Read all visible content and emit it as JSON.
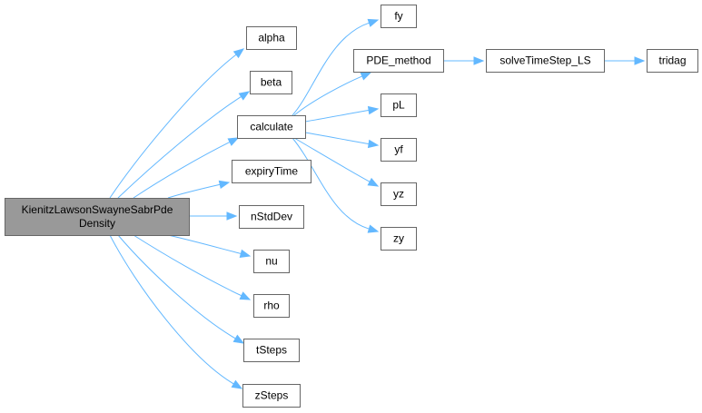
{
  "diagram": {
    "type": "call-graph",
    "edge_color": "#63b8ff",
    "root_fill": "#999999",
    "node_fill": "#ffffff",
    "node_border": "#666666",
    "nodes": [
      {
        "id": "root",
        "lines": [
          "KienitzLawsonSwayneSabrPde",
          "Density"
        ],
        "root": true
      },
      {
        "id": "alpha",
        "lines": [
          "alpha"
        ]
      },
      {
        "id": "beta",
        "lines": [
          "beta"
        ]
      },
      {
        "id": "calculate",
        "lines": [
          "calculate"
        ]
      },
      {
        "id": "expiryTime",
        "lines": [
          "expiryTime"
        ]
      },
      {
        "id": "nStdDev",
        "lines": [
          "nStdDev"
        ]
      },
      {
        "id": "nu",
        "lines": [
          "nu"
        ]
      },
      {
        "id": "rho",
        "lines": [
          "rho"
        ]
      },
      {
        "id": "tSteps",
        "lines": [
          "tSteps"
        ]
      },
      {
        "id": "zSteps",
        "lines": [
          "zSteps"
        ]
      },
      {
        "id": "fy",
        "lines": [
          "fy"
        ]
      },
      {
        "id": "PDE_method",
        "lines": [
          "PDE_method"
        ]
      },
      {
        "id": "pL",
        "lines": [
          "pL"
        ]
      },
      {
        "id": "yf",
        "lines": [
          "yf"
        ]
      },
      {
        "id": "yz",
        "lines": [
          "yz"
        ]
      },
      {
        "id": "zy",
        "lines": [
          "zy"
        ]
      },
      {
        "id": "solveTimeStep_LS",
        "lines": [
          "solveTimeStep_LS"
        ]
      },
      {
        "id": "tridag",
        "lines": [
          "tridag"
        ]
      }
    ],
    "edges": [
      {
        "from": "root",
        "to": "alpha"
      },
      {
        "from": "root",
        "to": "beta"
      },
      {
        "from": "root",
        "to": "calculate"
      },
      {
        "from": "root",
        "to": "expiryTime"
      },
      {
        "from": "root",
        "to": "nStdDev"
      },
      {
        "from": "root",
        "to": "nu"
      },
      {
        "from": "root",
        "to": "rho"
      },
      {
        "from": "root",
        "to": "tSteps"
      },
      {
        "from": "root",
        "to": "zSteps"
      },
      {
        "from": "calculate",
        "to": "fy"
      },
      {
        "from": "calculate",
        "to": "PDE_method"
      },
      {
        "from": "calculate",
        "to": "pL"
      },
      {
        "from": "calculate",
        "to": "yf"
      },
      {
        "from": "calculate",
        "to": "yz"
      },
      {
        "from": "calculate",
        "to": "zy"
      },
      {
        "from": "PDE_method",
        "to": "solveTimeStep_LS"
      },
      {
        "from": "solveTimeStep_LS",
        "to": "tridag"
      }
    ]
  }
}
